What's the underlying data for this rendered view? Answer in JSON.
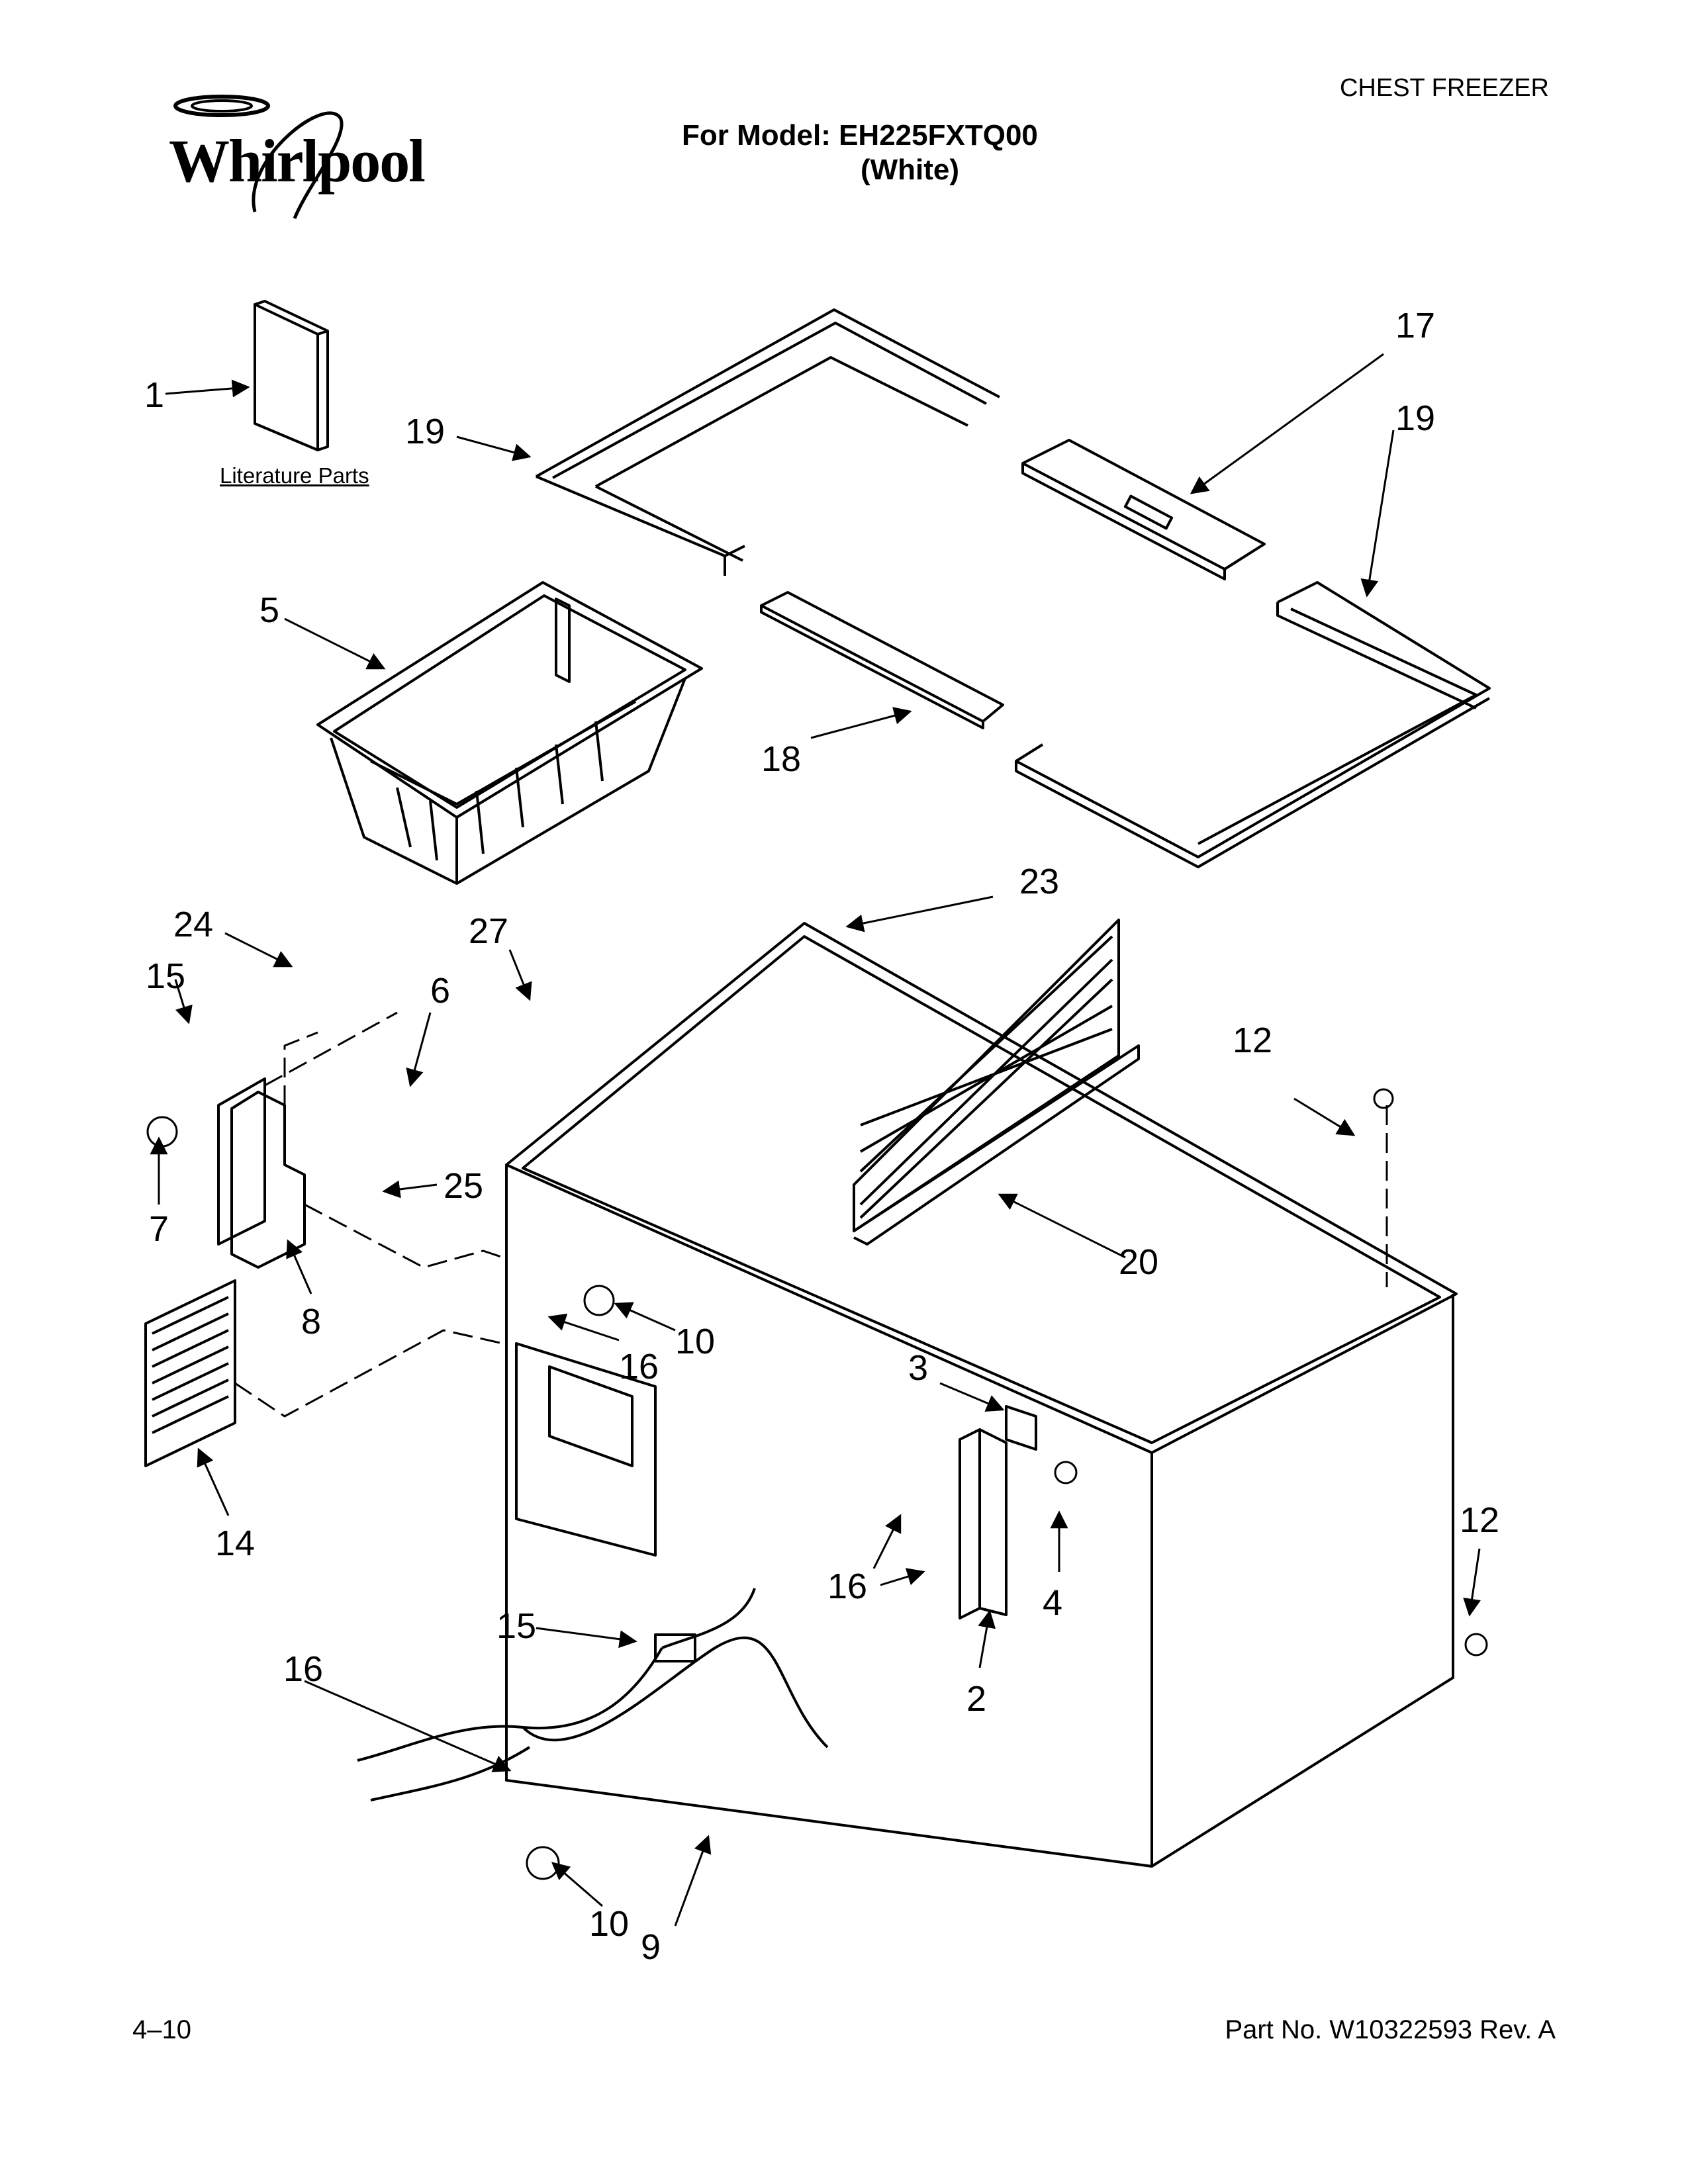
{
  "header": {
    "brand": "Whirlpool",
    "category": "CHEST FREEZER",
    "model_line": "For Model: EH225FXTQ00",
    "color_line": "(White)"
  },
  "literature_label": "Literature Parts",
  "callouts": [
    "1",
    "19",
    "17",
    "19",
    "5",
    "18",
    "23",
    "24",
    "27",
    "15",
    "6",
    "12",
    "7",
    "25",
    "20",
    "8",
    "10",
    "16",
    "14",
    "3",
    "12",
    "16",
    "4",
    "2",
    "15",
    "16",
    "10",
    "9"
  ],
  "footer": {
    "date_code": "4–10",
    "part_number": "Part No. W10322593 Rev. A"
  }
}
